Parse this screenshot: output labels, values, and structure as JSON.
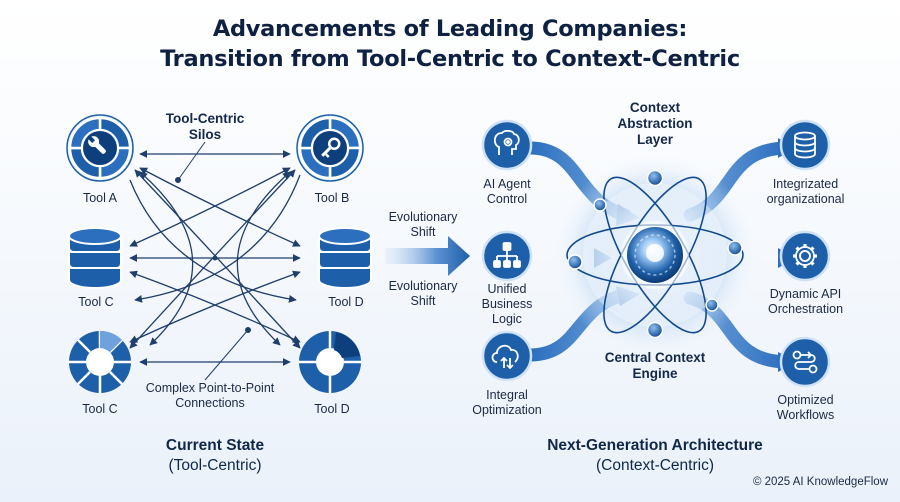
{
  "title": {
    "line1": "Advancements of Leading Companies:",
    "line2": "Transition from Tool-Centric to Context-Centric"
  },
  "left": {
    "silos_label": "Tool-Centric Silos",
    "connections_label": "Complex Point-to-Point Connections",
    "tools": [
      {
        "label": "Tool A",
        "icon": "wrench-icon"
      },
      {
        "label": "Tool B",
        "icon": "key-icon"
      },
      {
        "label": "Tool C",
        "icon": "database-icon"
      },
      {
        "label": "Tool D",
        "icon": "database-icon"
      },
      {
        "label": "Tool C",
        "icon": "pie-icon"
      },
      {
        "label": "Tool D",
        "icon": "pie-icon"
      }
    ],
    "footer_title": "Current State",
    "footer_sub": "(Tool-Centric)"
  },
  "middle": {
    "shift_top": "Evolutionary Shift",
    "shift_bottom": "Evolutionary Shift"
  },
  "right": {
    "top_label": "Context Abstraction Layer",
    "center_label": "Central Context Engine",
    "inputs": [
      {
        "label": "AI Agent Control",
        "icon": "brain-gear-icon"
      },
      {
        "label": "Unified Business Logic",
        "icon": "hierarchy-icon"
      },
      {
        "label": "Integral Optimization",
        "icon": "cloud-sync-icon"
      }
    ],
    "outputs": [
      {
        "label": "Integrizated organizational",
        "icon": "database-icon"
      },
      {
        "label": "Dynamic API Orchestration",
        "icon": "gear-icon"
      },
      {
        "label": "Optimized Workflows",
        "icon": "workflow-icon"
      }
    ],
    "footer_title": "Next-Generation Architecture",
    "footer_sub": "(Context-Centric)"
  },
  "copyright": "© 2025 AI KnowledgeFlow",
  "colors": {
    "primary": "#1d5fa8",
    "dark": "#0e3f7d",
    "light": "#6fa2dc",
    "glow": "#bcd7f3",
    "text": "#0f2748"
  }
}
